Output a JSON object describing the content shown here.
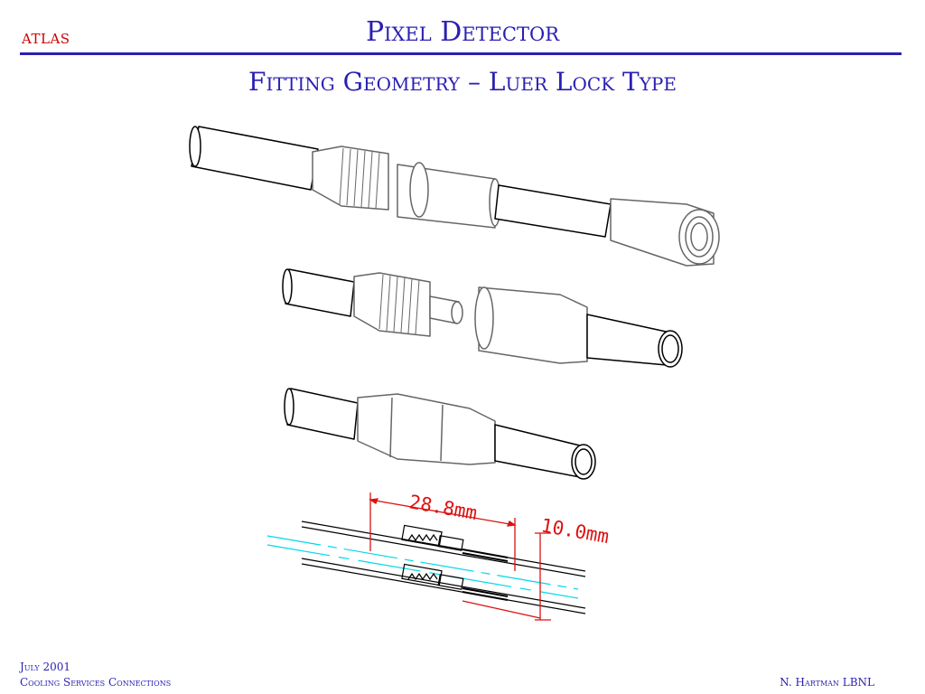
{
  "header": {
    "atlas_label": "ATLAS",
    "title": "Pixel Detector",
    "subtitle": "Fitting Geometry – Luer Lock Type"
  },
  "drawing": {
    "dimension_length": "28.8mm",
    "dimension_width": "10.0mm"
  },
  "footer": {
    "date": "July 2001",
    "section": "Cooling Services Connections",
    "author": "N. Hartman LBNL"
  },
  "colors": {
    "title_blue": "#2a1fb3",
    "atlas_red": "#cc0000",
    "dimension_red": "#dd1111",
    "centerline_cyan": "#00d8e8"
  }
}
